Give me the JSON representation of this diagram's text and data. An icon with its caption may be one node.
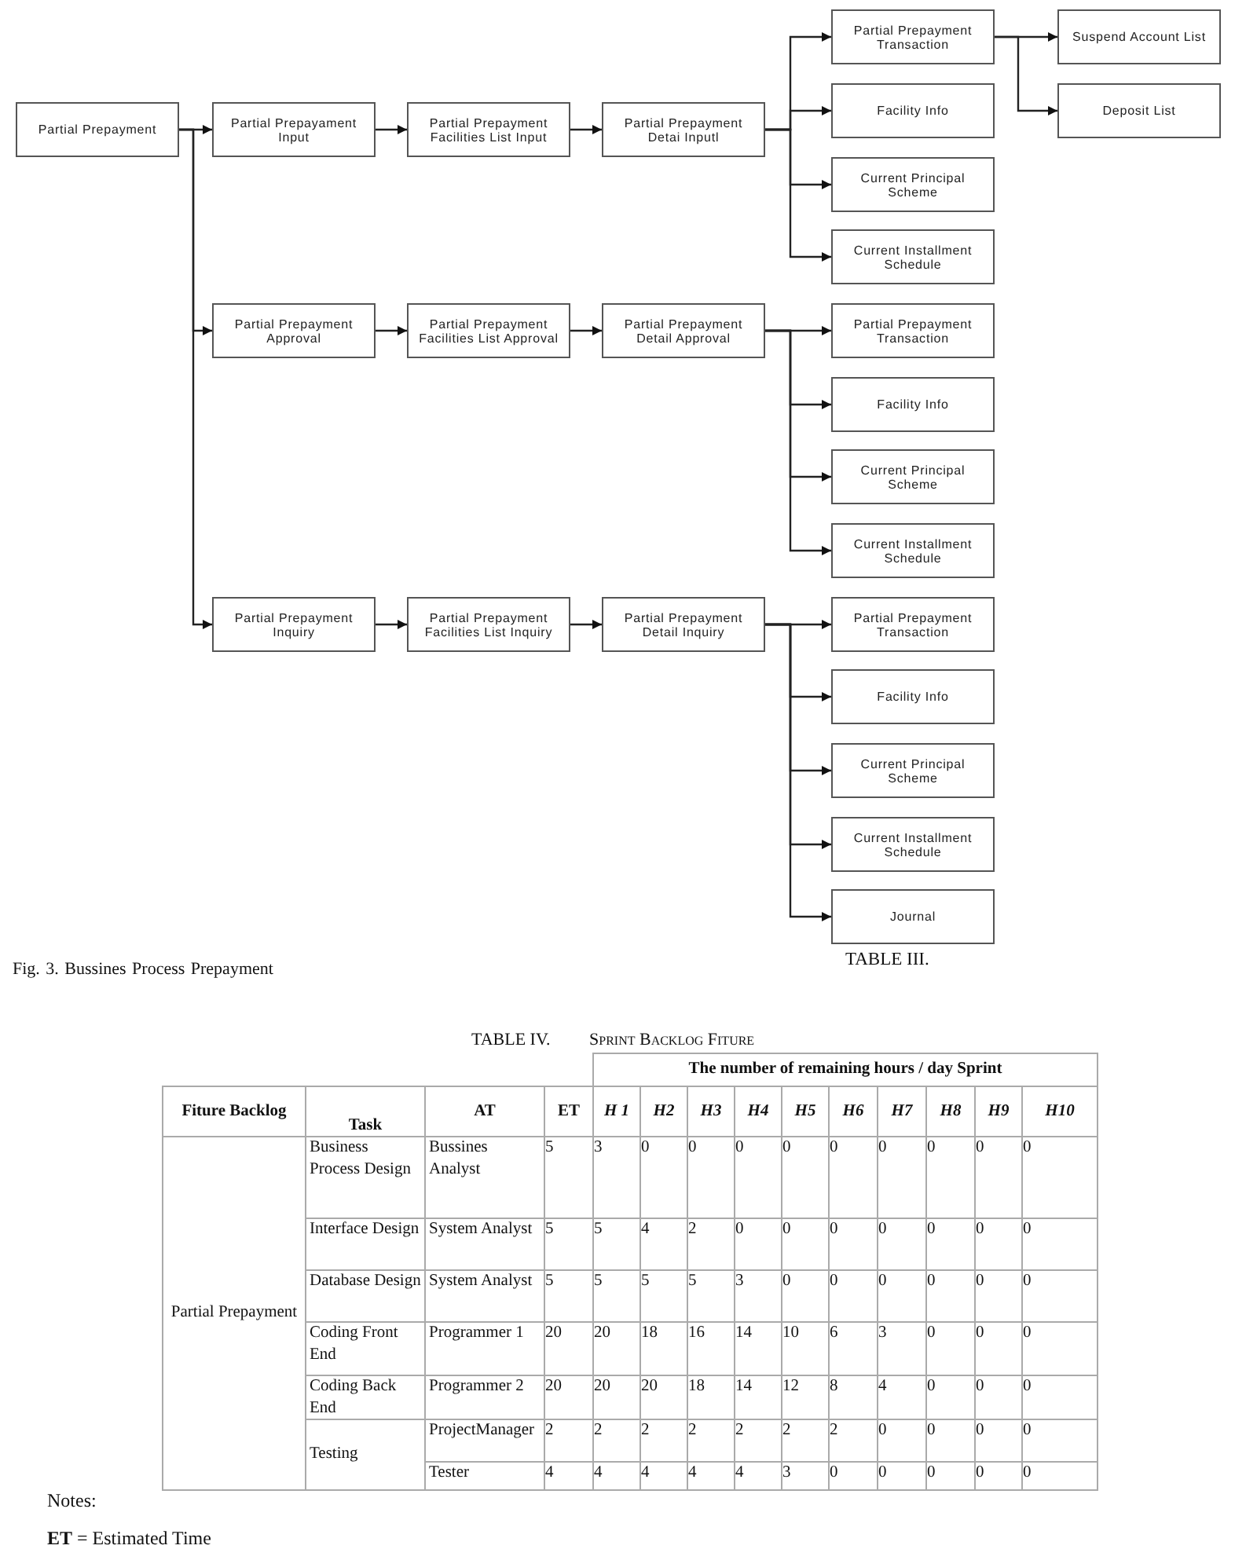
{
  "diagram": {
    "caption": "Fig. 3. Bussines Process Prepayment",
    "nodes": [
      {
        "text": [
          "Partial Prepayment"
        ]
      },
      {
        "text": [
          "Partial Prepayament Input"
        ]
      },
      {
        "text": [
          "Partial Prepayment Facilities List Input"
        ]
      },
      {
        "text": [
          "Partial Prepayment Detai Inputl"
        ]
      },
      {
        "text": [
          "Partial Prepayment Transaction"
        ]
      },
      {
        "text": [
          "Suspend Account List"
        ]
      },
      {
        "text": [
          "Deposit List"
        ]
      },
      {
        "text": [
          "Facility Info"
        ]
      },
      {
        "text": [
          "Current Principal Scheme"
        ]
      },
      {
        "text": [
          "Current Installment Schedule"
        ]
      },
      {
        "text": [
          "Partial Prepayment Approval"
        ]
      },
      {
        "text": [
          "Partial Prepayment Facilities List Approval"
        ]
      },
      {
        "text": [
          "Partial Prepayment Detail Approval"
        ]
      },
      {
        "text": [
          "Partial Prepayment Transaction"
        ]
      },
      {
        "text": [
          "Facility Info"
        ]
      },
      {
        "text": [
          "Current Principal Scheme"
        ]
      },
      {
        "text": [
          "Current Installment Schedule"
        ]
      },
      {
        "text": [
          "Partial Prepayment Inquiry"
        ]
      },
      {
        "text": [
          "Partial Prepayment Facilities List Inquiry"
        ]
      },
      {
        "text": [
          "Partial Prepayment Detail Inquiry"
        ]
      },
      {
        "text": [
          "Partial Prepayment Transaction"
        ]
      },
      {
        "text": [
          "Facility Info"
        ]
      },
      {
        "text": [
          "Current Principal Scheme"
        ]
      },
      {
        "text": [
          "Current Installment Schedule"
        ]
      },
      {
        "text": [
          "Journal"
        ]
      }
    ],
    "edges": [
      {
        "from": 0,
        "to": 1,
        "arrow": "to"
      },
      {
        "from": 0,
        "to": 10,
        "arrow": "to"
      },
      {
        "from": 0,
        "to": 17,
        "arrow": "to"
      },
      {
        "from": 1,
        "to": 2,
        "arrow": "to"
      },
      {
        "from": 2,
        "to": 3,
        "arrow": "to"
      },
      {
        "from": 3,
        "to": 4,
        "arrow": "to"
      },
      {
        "from": 3,
        "to": 7,
        "arrow": "to"
      },
      {
        "from": 3,
        "to": 8,
        "arrow": "to"
      },
      {
        "from": 3,
        "to": 9,
        "arrow": "to"
      },
      {
        "from": 4,
        "to": 5,
        "arrow": "to"
      },
      {
        "from": 4,
        "to": 6,
        "arrow": "to"
      },
      {
        "from": 10,
        "to": 11,
        "arrow": "to"
      },
      {
        "from": 11,
        "to": 12,
        "arrow": "to"
      },
      {
        "from": 12,
        "to": 13,
        "arrow": "to"
      },
      {
        "from": 12,
        "to": 14,
        "arrow": "to"
      },
      {
        "from": 12,
        "to": 15,
        "arrow": "to"
      },
      {
        "from": 12,
        "to": 16,
        "arrow": "to"
      },
      {
        "from": 17,
        "to": 18,
        "arrow": "to"
      },
      {
        "from": 18,
        "to": 19,
        "arrow": "to"
      },
      {
        "from": 19,
        "to": 20,
        "arrow": "to"
      },
      {
        "from": 19,
        "to": 21,
        "arrow": "to"
      },
      {
        "from": 19,
        "to": 22,
        "arrow": "to"
      },
      {
        "from": 19,
        "to": 23,
        "arrow": "to"
      },
      {
        "from": 19,
        "to": 24,
        "arrow": "to"
      }
    ],
    "labels": [
      "TABLE III.",
      "TABLE IV.",
      "Sprint Backlog Fiture",
      "The number of remaining hours / day Sprint",
      "Fiture Backlog",
      "Task",
      "AT",
      "ET",
      "H 1",
      "H2",
      "H3",
      "H4",
      "H5",
      "H6",
      "H7",
      "H8",
      "H9",
      "H10",
      "Partial Prepayment",
      "Business Process Design",
      "Bussines Analyst",
      "5",
      "3",
      "0",
      "0",
      "0",
      "0",
      "0",
      "0",
      "0",
      "0",
      "0",
      "Interface Design",
      "System Analyst",
      "5",
      "5",
      "4",
      "2",
      "0",
      "0",
      "0",
      "0",
      "0",
      "0",
      "0",
      "Database Design",
      "System Analyst",
      "5",
      "5",
      "5",
      "5",
      "3",
      "0",
      "0",
      "0",
      "0",
      "0",
      "0",
      "Coding Front End",
      "Programmer 1",
      "20",
      "20",
      "18",
      "16",
      "14",
      "10",
      "6",
      "3",
      "0",
      "0",
      "0",
      "Coding Back End",
      "Programmer 2",
      "20",
      "20",
      "20",
      "18",
      "14",
      "12",
      "8",
      "4",
      "0",
      "0",
      "0",
      "Testing",
      "ProjectManager",
      "2",
      "2",
      "2",
      "2",
      "2",
      "2",
      "2",
      "0",
      "0",
      "0",
      "0",
      "Tester",
      "4",
      "4",
      "4",
      "4",
      "4",
      "3",
      "0",
      "0",
      "0",
      "0",
      "0",
      "Notes:",
      "**ET** = Estimated Time"
    ]
  }
}
